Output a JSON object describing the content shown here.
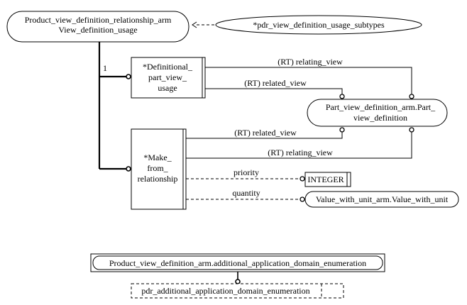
{
  "diagram": {
    "main_entity": {
      "line1": "Product_view_definition_relationship_arm",
      "line2": "View_definition_usage"
    },
    "subtypes_ellipse": "*pdr_view_definition_usage_subtypes",
    "definitional": {
      "line1": "*Definitional_",
      "line2": "part_view_",
      "line3": "usage"
    },
    "make_from": {
      "line1": "*Make_",
      "line2": "from_",
      "line3": "relationship"
    },
    "part_view": {
      "line1": "Part_view_definition_arm.Part_",
      "line2": "view_definition"
    },
    "integer_type": "INTEGER",
    "value_with_unit": "Value_with_unit_arm.Value_with_unit",
    "enumeration": "Product_view_definition_arm.additional_application_domain_enumeration",
    "enum_extension": "pdr_additional_application_domain_enumeration",
    "cardinality": "1",
    "attr_relating_view_1": "(RT) relating_view",
    "attr_related_view_1": "(RT) related_view",
    "attr_related_view_2": "(RT) related_view",
    "attr_relating_view_2": "(RT) relating_view",
    "attr_priority": "priority",
    "attr_quantity": "quantity"
  }
}
